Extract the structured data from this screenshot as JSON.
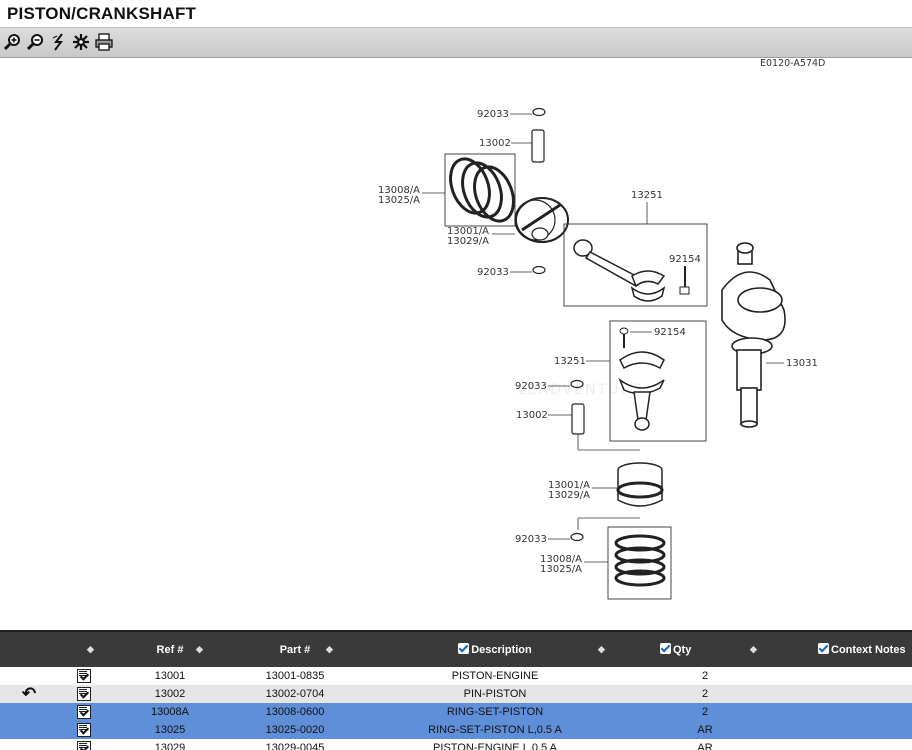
{
  "window": {
    "title": "PISTON/CRANKSHAFT"
  },
  "toolbar": {
    "buttons": [
      {
        "name": "zoom-in-icon"
      },
      {
        "name": "zoom-out-icon"
      },
      {
        "name": "lightning-icon"
      },
      {
        "name": "settings-icon"
      },
      {
        "name": "print-icon"
      }
    ]
  },
  "diagram": {
    "code": "E0120-A574D",
    "watermark": "LEADVENTURE",
    "callouts": {
      "c92033_top": "92033",
      "c13002_top": "13002",
      "c13008_a": "13008/A",
      "c13025_a": "13025/A",
      "c13001_a": "13001/A",
      "c13029_a": "13029/A",
      "c92033_mid": "92033",
      "c13251_top": "13251",
      "c92154_top": "92154",
      "c92154_low": "92154",
      "c13251_low": "13251",
      "c13031": "13031",
      "c92033_low": "92033",
      "c13002_low": "13002",
      "c13001_low": "13001/A",
      "c13029_low": "13029/A",
      "c92033_bot": "92033",
      "c13008_low": "13008/A",
      "c13025_low": "13025/A"
    }
  },
  "grid": {
    "headers": {
      "ref": "Ref #",
      "part": "Part #",
      "description": "Description",
      "qty": "Qty",
      "context": "Context Notes"
    },
    "rows": [
      {
        "ref": "13001",
        "part": "13001-0835",
        "description": "PISTON-ENGINE",
        "qty": "2"
      },
      {
        "ref": "13002",
        "part": "13002-0704",
        "description": "PIN-PISTON",
        "qty": "2"
      },
      {
        "ref": "13008A",
        "part": "13008-0600",
        "description": "RING-SET-PISTON",
        "qty": "2"
      },
      {
        "ref": "13025",
        "part": "13025-0020",
        "description": "RING-SET-PISTON L,0.5 A",
        "qty": "AR"
      },
      {
        "ref": "13029",
        "part": "13029-0045",
        "description": "PISTON-ENGINE L,0.5 A",
        "qty": "AR"
      }
    ]
  }
}
